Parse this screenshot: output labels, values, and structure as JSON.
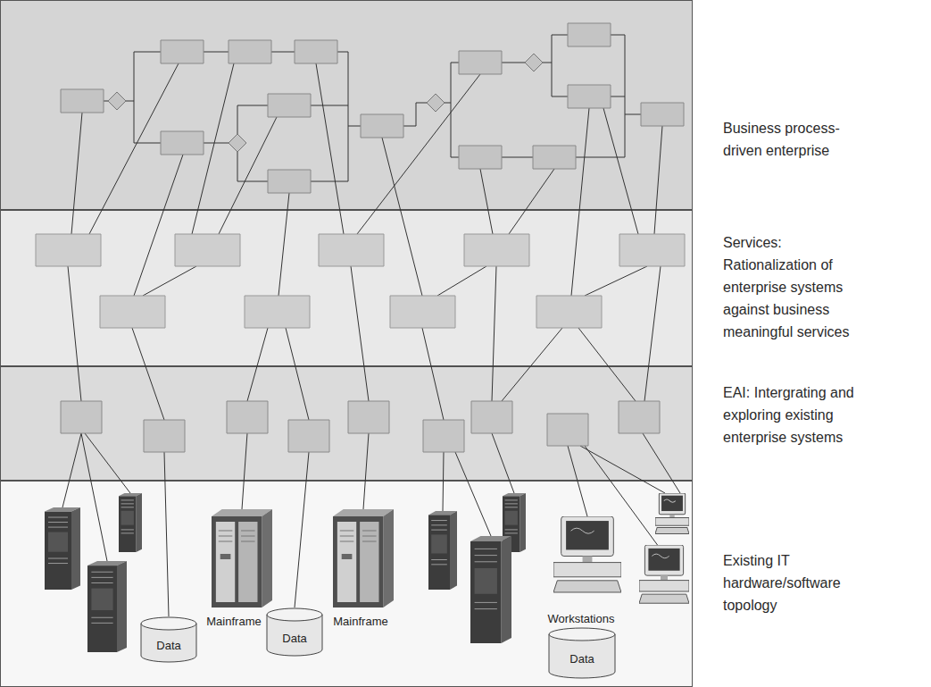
{
  "diagram": {
    "nodes": [
      {
        "text": [
          "Business process-driven enterprise"
        ]
      },
      {
        "text": [
          "Services: Rationalization of enterprise systems against business meaningful services"
        ]
      },
      {
        "text": [
          "EAI: Intergrating and exploring existing enterprise systems"
        ]
      },
      {
        "text": [
          "Existing IT hardware/software topology"
        ]
      },
      {
        "text": [
          "Data"
        ],
        "in": 3
      },
      {
        "text": [
          "Data"
        ],
        "in": 3
      },
      {
        "text": [
          "Data"
        ],
        "in": 3
      }
    ],
    "labels": [
      "Mainframe",
      "Mainframe",
      "Workstations"
    ]
  }
}
